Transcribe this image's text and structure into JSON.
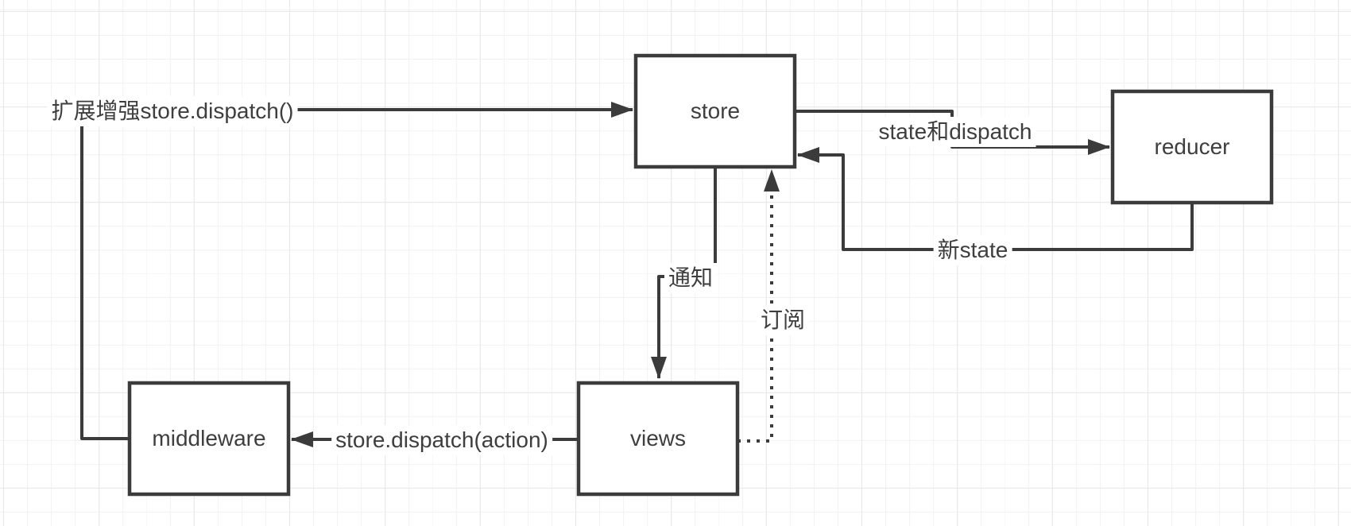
{
  "diagram": {
    "nodes": [
      {
        "id": "store",
        "label": "store"
      },
      {
        "id": "reducer",
        "label": "reducer"
      },
      {
        "id": "views",
        "label": "views"
      },
      {
        "id": "middleware",
        "label": "middleware"
      }
    ],
    "edges": [
      {
        "id": "enhance-dispatch",
        "from": "middleware",
        "to": "store",
        "label": "扩展增强store.dispatch()",
        "style": "solid"
      },
      {
        "id": "state-and-dispatch",
        "from": "store",
        "to": "reducer",
        "label": "state和dispatch",
        "style": "solid"
      },
      {
        "id": "new-state",
        "from": "reducer",
        "to": "store",
        "label": "新state",
        "style": "solid"
      },
      {
        "id": "notify",
        "from": "store",
        "to": "views",
        "label": "通知",
        "style": "solid"
      },
      {
        "id": "subscribe",
        "from": "views",
        "to": "store",
        "label": "订阅",
        "style": "dotted"
      },
      {
        "id": "dispatch-action",
        "from": "views",
        "to": "middleware",
        "label": "store.dispatch(action)",
        "style": "solid"
      }
    ],
    "colors": {
      "line": "#3b3b3b",
      "text": "#3e3e3e",
      "node_fill": "#ffffff",
      "background": "#ffffff",
      "grid_minor": "#f2f2f3",
      "grid_major": "#e8e8ea"
    }
  }
}
